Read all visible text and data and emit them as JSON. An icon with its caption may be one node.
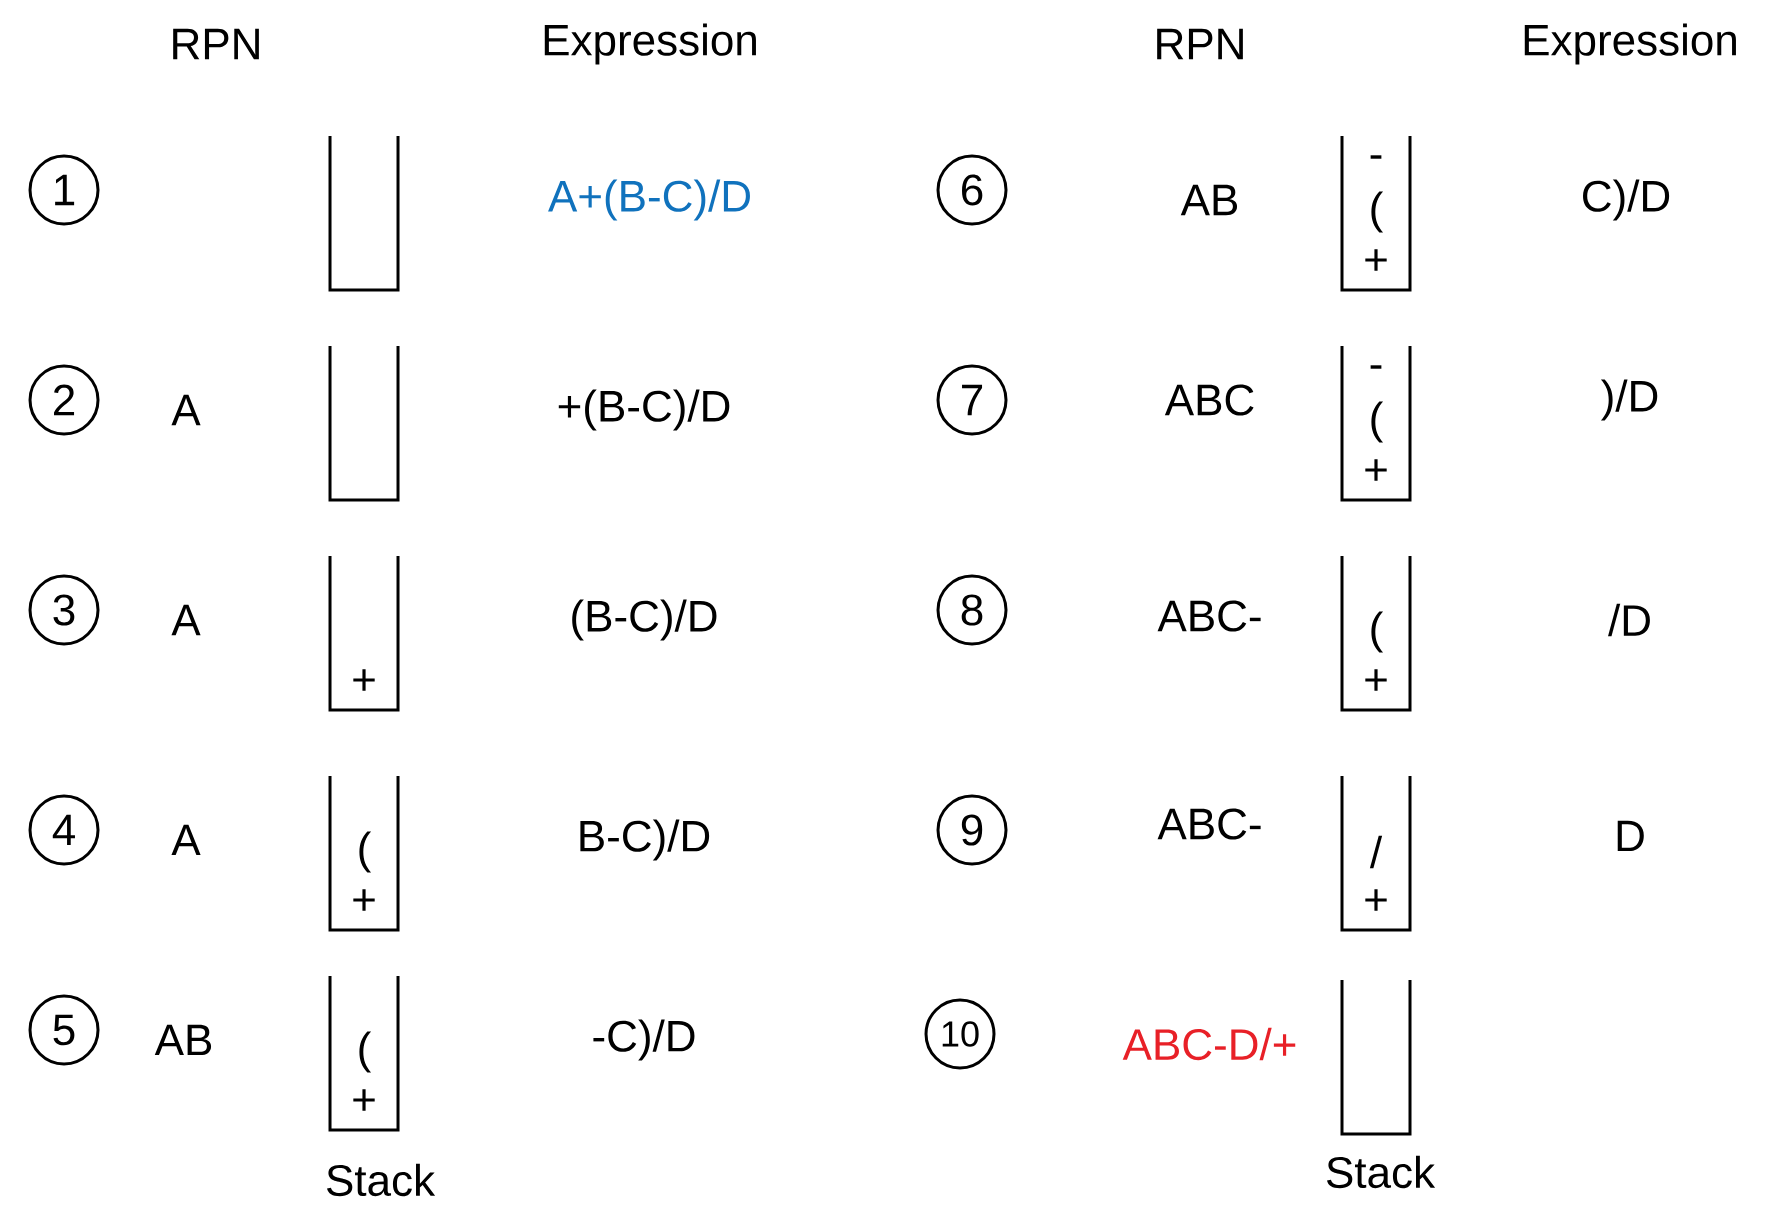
{
  "diagram": {
    "nodes": [
      {
        "text": [
          "1"
        ]
      },
      {
        "text": [],
        "shape": "box"
      },
      {
        "text": [
          "2"
        ]
      },
      {
        "text": [],
        "shape": "box"
      },
      {
        "text": [
          "3"
        ]
      },
      {
        "text": [
          "+"
        ]
      },
      {
        "text": [
          "4"
        ]
      },
      {
        "text": [
          "(",
          "+"
        ]
      },
      {
        "text": [
          "5"
        ]
      },
      {
        "text": [
          "(",
          "+"
        ]
      },
      {
        "text": [
          "6"
        ]
      },
      {
        "text": [
          "-",
          "(",
          "+"
        ]
      },
      {
        "text": [
          "7"
        ]
      },
      {
        "text": [
          "-",
          "(",
          "+"
        ]
      },
      {
        "text": [
          "8"
        ]
      },
      {
        "text": [
          "(",
          "+"
        ]
      },
      {
        "text": [
          "9"
        ]
      },
      {
        "text": [
          "/",
          "+"
        ]
      },
      {
        "text": [
          "10"
        ]
      },
      {
        "text": [],
        "shape": "box"
      }
    ],
    "labels": [
      "RPN",
      "Expression",
      "RPN",
      "Expression",
      "A+(B-C)/D",
      "A",
      "+(B-C)/D",
      "A",
      "(B-C)/D",
      "A",
      "B-C)/D",
      "AB",
      "-C)/D",
      "Stack",
      "AB",
      "C)/D",
      "ABC",
      ")/D",
      "ABC-",
      "/D",
      "ABC-",
      "D",
      "ABC-D/+",
      "Stack"
    ]
  }
}
